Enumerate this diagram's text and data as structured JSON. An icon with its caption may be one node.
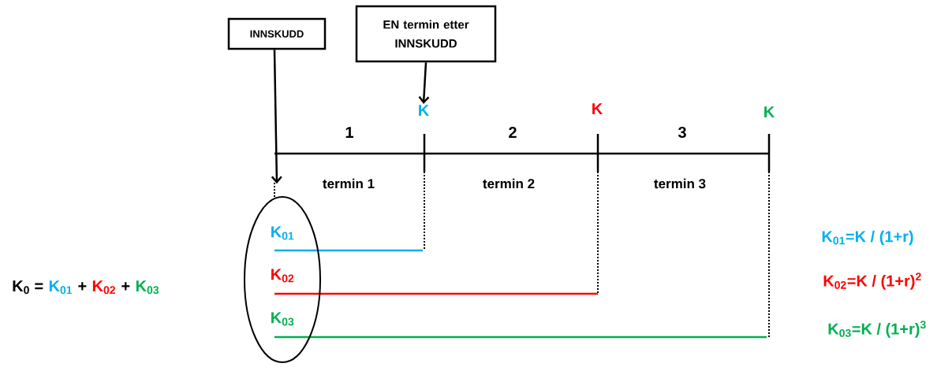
{
  "diagram": {
    "nodes": [
      {
        "text": [
          "INNSKUDD"
        ]
      },
      {
        "text": [
          "EN termin etter INNSKUDD"
        ]
      },
      {
        "text": [
          "K"
        ]
      },
      {
        "text": [
          "K$_{01}$",
          "K$_{02}$",
          "K$_{03}$"
        ]
      }
    ],
    "edges": [
      {
        "from": 0,
        "to": 3,
        "arrow": "to"
      },
      {
        "from": 1,
        "to": 2,
        "arrow": "to"
      }
    ],
    "labels": [
      "K",
      "K",
      "1",
      "2",
      "3",
      "termin 1",
      "termin 2",
      "termin 3",
      "K$_{0}$ =",
      "K$_{01}$",
      "+",
      "K$_{02}$",
      "+",
      "K$_{03}$",
      "K$_{01}$=K / (1+r)",
      "K$_{02}$=K / (1+r)$^{2}$",
      "K$_{03}$=K / (1+r)$^{3}$"
    ]
  }
}
